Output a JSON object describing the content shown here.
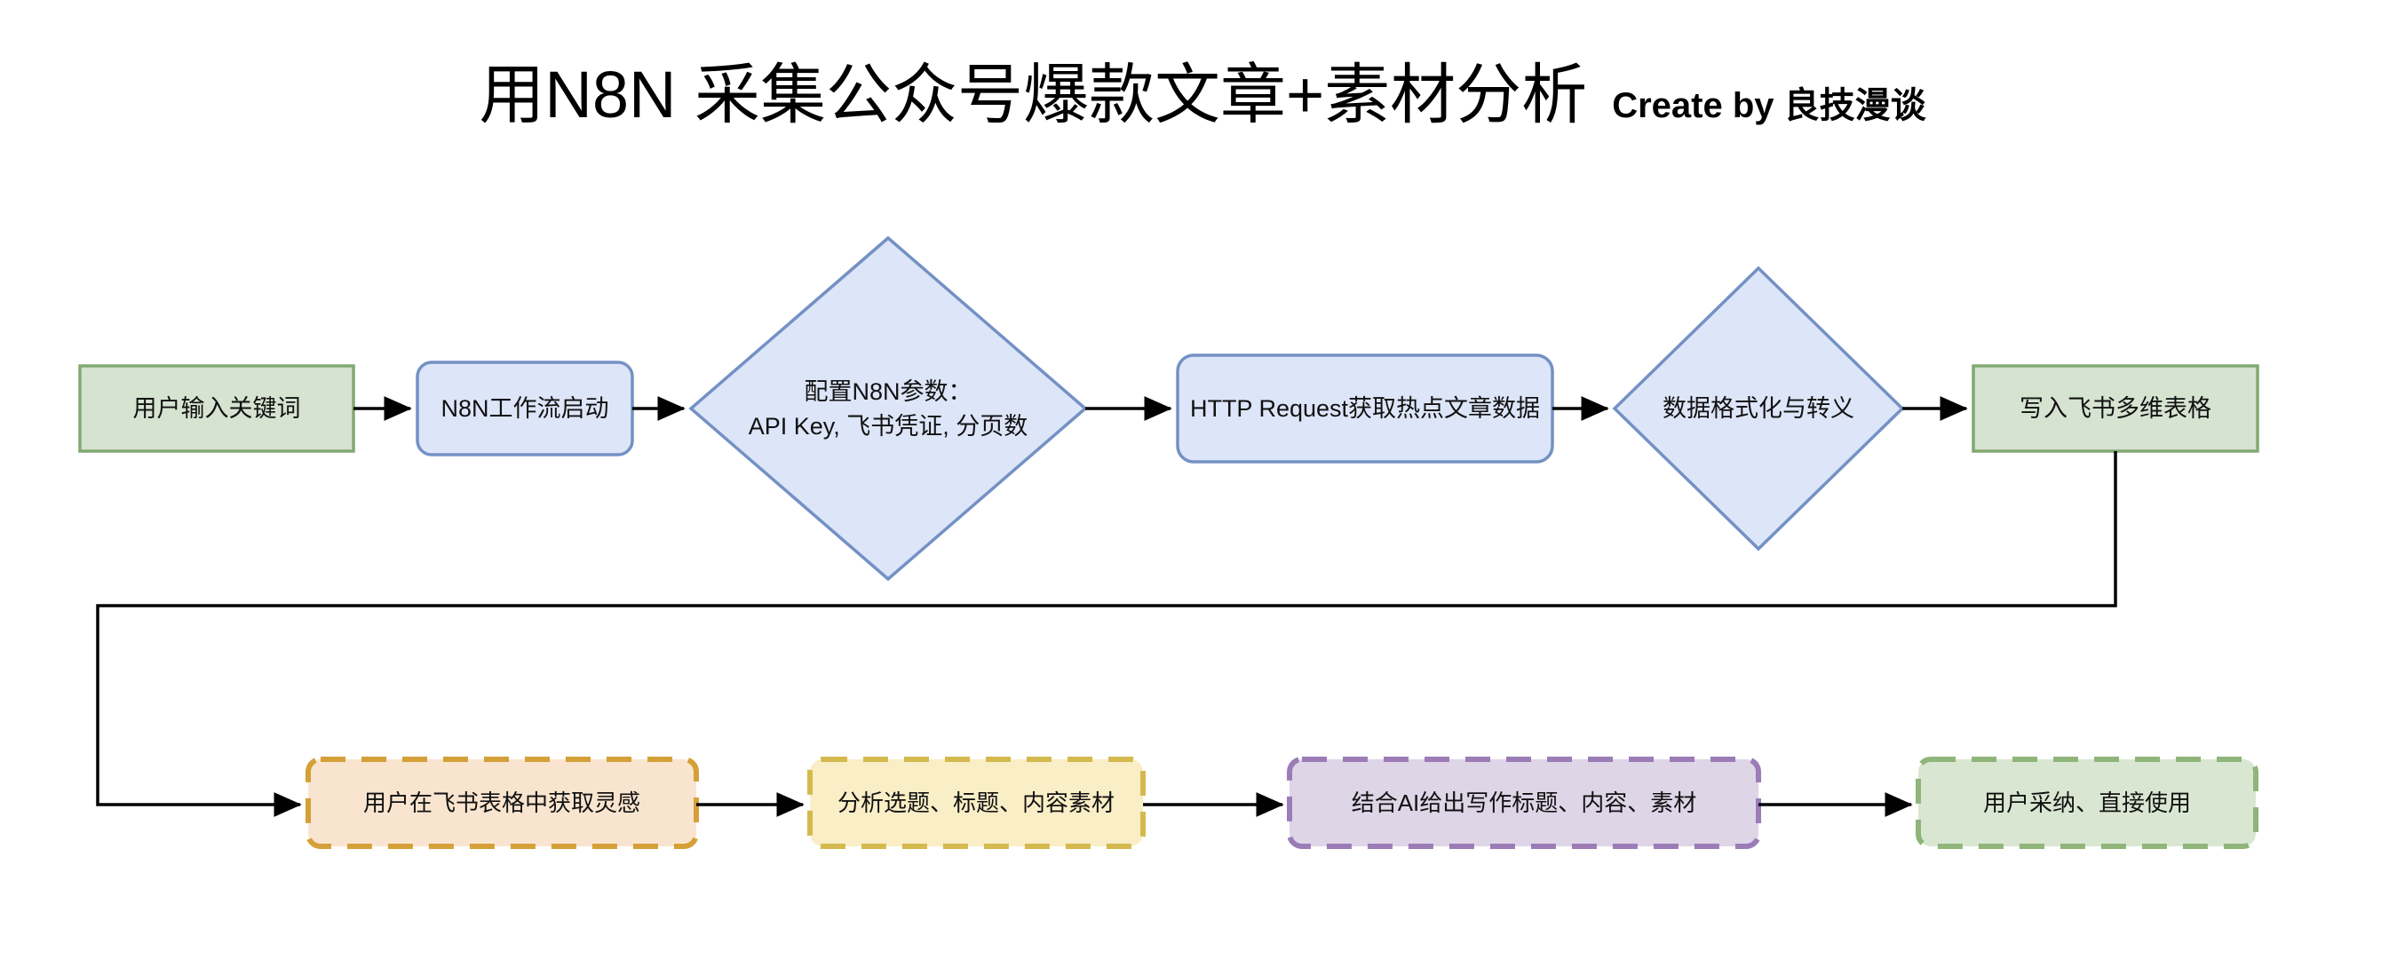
{
  "header": {
    "title": "用N8N 采集公众号爆款文章+素材分析",
    "subtitle": "Create by 良技漫谈"
  },
  "colors": {
    "green_fill": "#d5e3d0",
    "green_stroke": "#82a972",
    "blue_fill": "#dde5f8",
    "blue_stroke": "#7391c4",
    "orange_fill": "#f9e5cf",
    "orange_stroke": "#d4a037",
    "yellow_fill": "#f9eec6",
    "yellow_stroke": "#d4b94f",
    "purple_fill": "#ded5e7",
    "purple_stroke": "#9b7cb6",
    "green_dashed_fill": "#d9e7d2",
    "green_dashed_stroke": "#8fb57a",
    "connector": "#000000",
    "text": "#111111"
  },
  "diagram": {
    "type": "flowchart",
    "row1": [
      {
        "id": "n1",
        "label": "用户输入关键词",
        "shape": "rectangle",
        "style": "green-solid"
      },
      {
        "id": "n2",
        "label": "N8N工作流启动",
        "shape": "rounded-rectangle",
        "style": "blue-solid"
      },
      {
        "id": "n3",
        "label_line1": "配置N8N参数：",
        "label_line2": "API Key, 飞书凭证, 分页数",
        "shape": "diamond",
        "style": "blue-solid"
      },
      {
        "id": "n4",
        "label": "HTTP Request获取热点文章数据",
        "shape": "rounded-rectangle",
        "style": "blue-solid"
      },
      {
        "id": "n5",
        "label": "数据格式化与转义",
        "shape": "diamond",
        "style": "blue-solid"
      },
      {
        "id": "n6",
        "label": "写入飞书多维表格",
        "shape": "rectangle",
        "style": "green-solid"
      }
    ],
    "row2": [
      {
        "id": "n7",
        "label": "用户在飞书表格中获取灵感",
        "shape": "rounded-rectangle",
        "style": "orange-dashed"
      },
      {
        "id": "n8",
        "label": "分析选题、标题、内容素材",
        "shape": "rounded-rectangle",
        "style": "yellow-dashed"
      },
      {
        "id": "n9",
        "label": "结合AI给出写作标题、内容、素材",
        "shape": "rounded-rectangle",
        "style": "purple-dashed"
      },
      {
        "id": "n10",
        "label": "用户采纳、直接使用",
        "shape": "rounded-rectangle",
        "style": "green-dashed"
      }
    ],
    "edges": [
      {
        "from": "n1",
        "to": "n2",
        "kind": "arrow-right"
      },
      {
        "from": "n2",
        "to": "n3",
        "kind": "arrow-right"
      },
      {
        "from": "n3",
        "to": "n4",
        "kind": "arrow-right"
      },
      {
        "from": "n4",
        "to": "n5",
        "kind": "arrow-right"
      },
      {
        "from": "n5",
        "to": "n6",
        "kind": "arrow-right"
      },
      {
        "from": "n6",
        "to": "n7",
        "kind": "elbow-down-left-right"
      },
      {
        "from": "n7",
        "to": "n8",
        "kind": "arrow-right"
      },
      {
        "from": "n8",
        "to": "n9",
        "kind": "arrow-right"
      },
      {
        "from": "n9",
        "to": "n10",
        "kind": "arrow-right"
      }
    ]
  }
}
